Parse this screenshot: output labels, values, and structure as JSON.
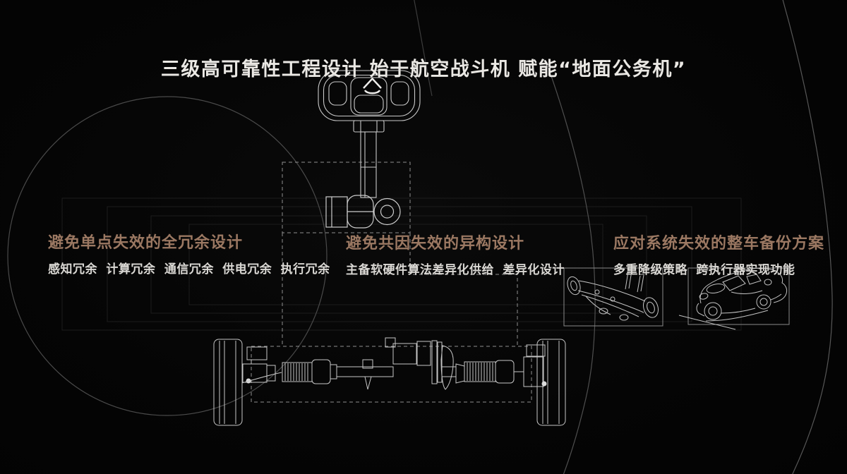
{
  "slide": {
    "title": "三级高可靠性工程设计 始于航空战斗机 赋能“地面公务机”",
    "sections": [
      {
        "id": "full-redundancy",
        "heading": "避免单点失效的全冗余设计",
        "detail": "感知冗余 计算冗余 通信冗余 供电冗余 执行冗余"
      },
      {
        "id": "heterogeneous-design",
        "heading": "避免共因失效的异构设计",
        "detail": "主备软硬件算法差异化供给 差异化设计"
      },
      {
        "id": "vehicle-backup",
        "heading": "应对系统失效的整车备份方案",
        "detail": "多重降级策略 跨执行器实现功能"
      }
    ],
    "figures": [
      "steering-wheel-drawing",
      "steering-column-drawing",
      "steering-gear-drawing",
      "front-axle-rack-drawing",
      "suspension-module-drawing",
      "vehicle-sketch-drawing"
    ]
  },
  "colors": {
    "background": "#050505",
    "title_text": "#eae8e4",
    "heading_accent": "#9b7862",
    "detail_text": "#dad8d4",
    "line_art": "#c7c7c7",
    "logo_bright": "#efeeec",
    "big_circle": "#4d4d4d",
    "dashed_line": "#8f8f8f",
    "faint_frame": "#1c1c1c",
    "figure_box_border": "#8a8a8a"
  }
}
